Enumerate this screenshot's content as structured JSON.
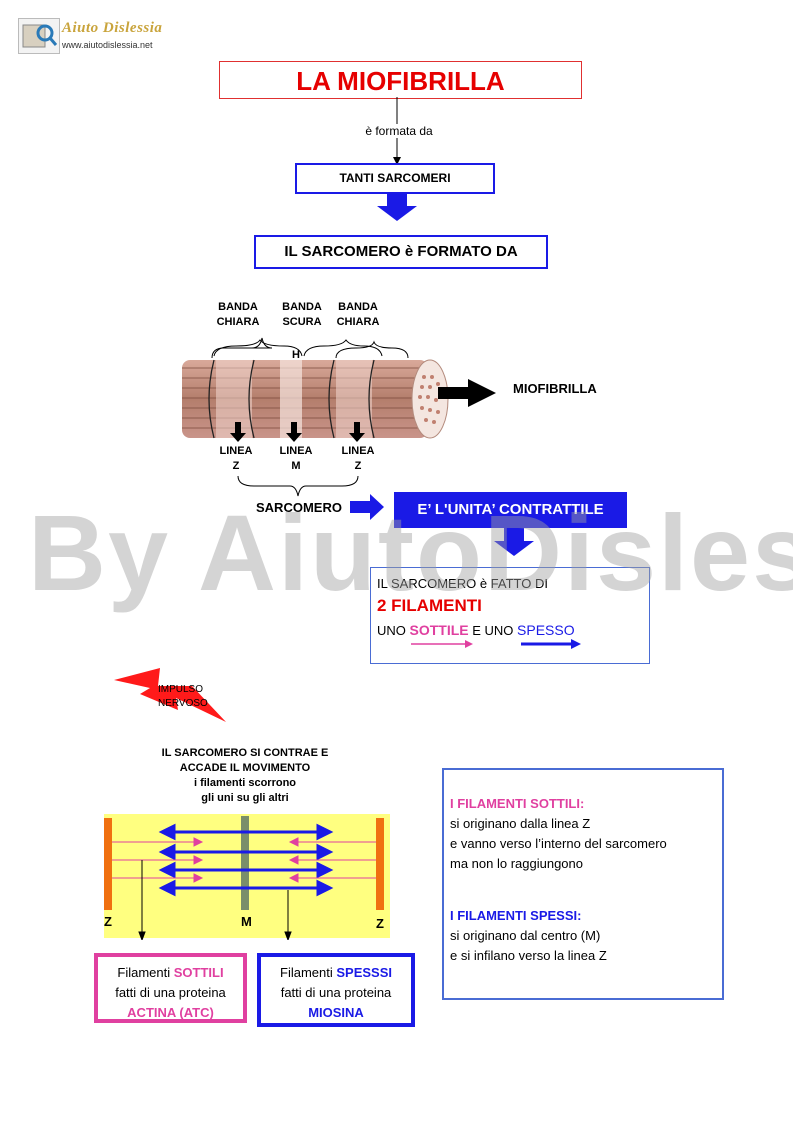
{
  "logo": {
    "title": "Aiuto Dislessia",
    "url": "www.aiutodislessia.net"
  },
  "watermark": "By AiutoDislessia.net",
  "title": "LA MIOFIBRILLA",
  "formata_da": "è formata da",
  "tanti_sarcomeri": "TANTI SARCOMERI",
  "sarcomero_formato": "IL SARCOMERO è FORMATO  DA",
  "diagram": {
    "banda_chiara_1": [
      "BANDA",
      "CHIARA"
    ],
    "banda_scura": [
      "BANDA",
      "SCURA"
    ],
    "banda_chiara_2": [
      "BANDA",
      "CHIARA"
    ],
    "h": "H",
    "miofibrilla": "MIOFIBRILLA",
    "linea_z_1": [
      "LINEA",
      "Z"
    ],
    "linea_m": [
      "LINEA",
      "M"
    ],
    "linea_z_2": [
      "LINEA",
      "Z"
    ],
    "sarcomero": "SARCOMERO"
  },
  "unita": "E’ L'UNITA’ CONTRATTILE",
  "fatto_di": {
    "line1": "IL SARCOMERO è FATTO DI",
    "line2": "2 FILAMENTI",
    "uno1": "UNO ",
    "sottile": "SOTTILE",
    "e_uno": " E UNO ",
    "spesso": "SPESSO"
  },
  "impulso": [
    "IMPULSO",
    "NERVOSO"
  ],
  "contrae": [
    "IL SARCOMERO SI CONTRAE E",
    "ACCADE IL MOVIMENTO",
    "i filamenti scorrono",
    "gli uni su gli altri"
  ],
  "zm": {
    "z1": "Z",
    "m": "M",
    "z2": "Z"
  },
  "box_sottili": {
    "l1a": "Filamenti ",
    "l1b": "SOTTILI",
    "l2": "fatti di una proteina",
    "l3": "ACTINA (ATC)"
  },
  "box_spessi": {
    "l1a": "Filamenti ",
    "l1b": "SPESSSI",
    "l2": "fatti di una proteina",
    "l3": "MIOSINA"
  },
  "info": {
    "sottili_title": "I FILAMENTI SOTTILI:",
    "sottili_lines": [
      "si originano dalla linea Z",
      "e vanno verso l’interno del sarcomero",
      "ma non lo raggiungono"
    ],
    "spessi_title": "I FILAMENTI SPESSI:",
    "spessi_lines": [
      "si originano dal centro (M)",
      "e si infilano verso la linea Z"
    ]
  },
  "colors": {
    "red": "#e60000",
    "blue": "#1a1ae6",
    "pink": "#e040a0",
    "yellow": "#ffff80",
    "orange": "#f07010"
  }
}
